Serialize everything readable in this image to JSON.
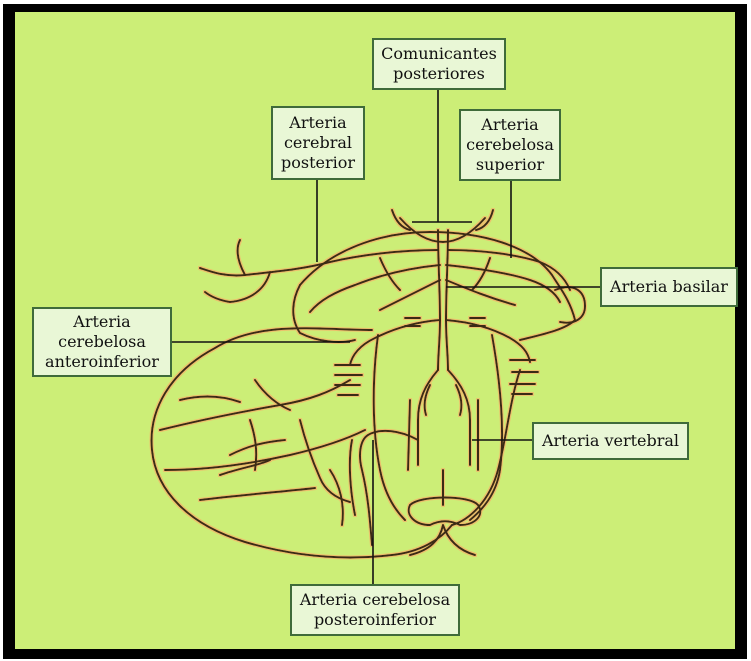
{
  "diagram": {
    "labels": {
      "comunicantes": [
        "Comunicantes",
        "posteriores"
      ],
      "cerebral_posterior": [
        "Arteria",
        "cerebral",
        "posterior"
      ],
      "cerebelosa_superior": [
        "Arteria",
        "cerebelosa",
        "superior"
      ],
      "basilar": [
        "Arteria basilar"
      ],
      "anteroinferior": [
        "Arteria",
        "cerebelosa",
        "anteroinferior"
      ],
      "vertebral": [
        "Arteria vertebral"
      ],
      "posteroinferior": [
        "Arteria cerebelosa",
        "posteroinferior"
      ]
    },
    "colors": {
      "background": "#ccee77",
      "label_fill": "#e9f7d6",
      "label_border": "#3f6b3a",
      "vessel_stroke": "#3a2a12",
      "vessel_halo": "#f2b86a",
      "frame": "#000000"
    }
  }
}
